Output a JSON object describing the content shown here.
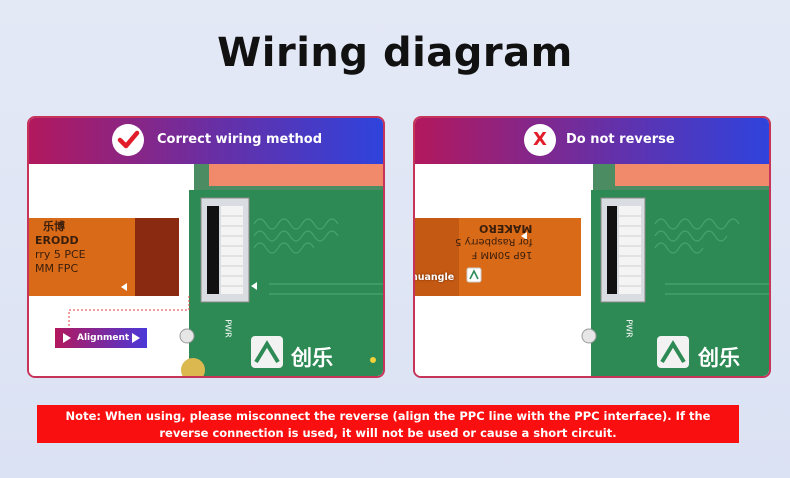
{
  "title": "Wiring diagram",
  "panels": {
    "correct": {
      "label": "Correct wiring method",
      "fpc_text": [
        "乐博",
        "ERODD",
        "rry 5 PCE",
        "MM FPC"
      ],
      "alignment_label": "Alignment",
      "pwr_label": "PWR",
      "board_brand": "创乐"
    },
    "wrong": {
      "label": "Do not reverse",
      "badge": "X",
      "fpc_text": [
        "16P 50MM F",
        "for Raspberry 5",
        "MAKERO"
      ],
      "watermark": "Chuangle",
      "pwr_label": "PWR",
      "board_brand": "创乐"
    }
  },
  "note": {
    "line1": "Note: When using, please misconnect the reverse (align the PPC line with the PPC interface). If the",
    "line2": "reverse connection is used, it will not be used or cause a short circuit."
  },
  "colors": {
    "header_gradient_start": "#b2185d",
    "header_gradient_end": "#2f43dd",
    "panel_border": "#c7345a",
    "note_bg": "#f90f0f",
    "pcb_green": "#2d8a54",
    "fpc_orange": "#d96a17",
    "check_red": "#e11d2a"
  }
}
